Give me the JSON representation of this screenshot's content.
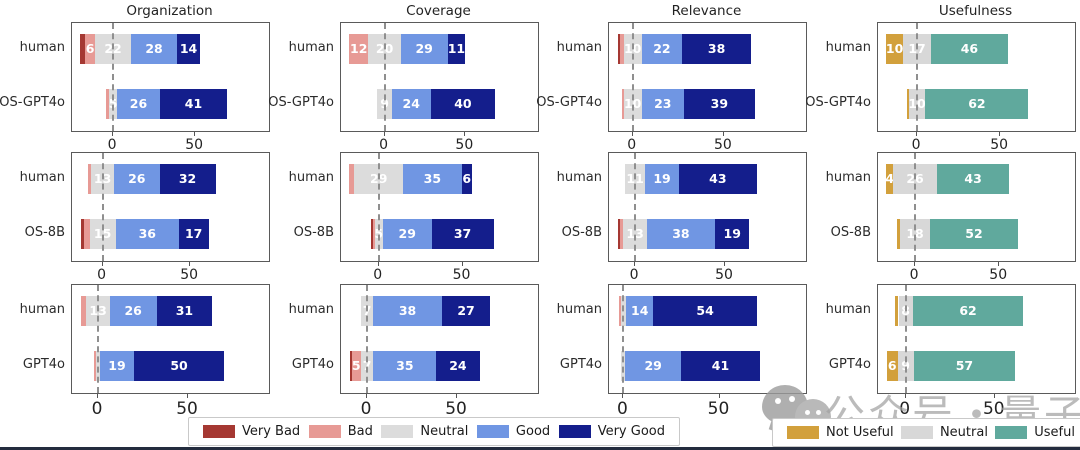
{
  "watermark": {
    "text": "公众号・量子位",
    "icon": "wechat-icon"
  },
  "legends": [
    {
      "items": [
        {
          "label": "Very Bad",
          "color": "#a53832"
        },
        {
          "label": "Bad",
          "color": "#e79a95"
        },
        {
          "label": "Neutral",
          "color": "#dcdcdc"
        },
        {
          "label": "Good",
          "color": "#7096e3"
        },
        {
          "label": "Very Good",
          "color": "#141e8c"
        }
      ]
    },
    {
      "items": [
        {
          "label": "Not Useful",
          "color": "#d2a03c"
        },
        {
          "label": "Neutral",
          "color": "#d8d8d8"
        },
        {
          "label": "Useful",
          "color": "#60a99d"
        }
      ]
    }
  ],
  "chart_data": {
    "type": "diverging_stacked_bar_grid",
    "columns": [
      "Organization",
      "Coverage",
      "Relevance",
      "Usefulness"
    ],
    "rows_compare": [
      "OS-GPT4o",
      "OS-8B",
      "GPT4o"
    ],
    "scale_likert5": [
      "Very Bad",
      "Bad",
      "Neutral",
      "Good",
      "Very Good"
    ],
    "scale_useful3": [
      "Not Useful",
      "Neutral",
      "Useful"
    ],
    "xticks": [
      0,
      50
    ],
    "palettes": {
      "likert5": [
        "#a53832",
        "#e79a95",
        "#dcdcdc",
        "#7096e3",
        "#141e8c"
      ],
      "useful3": [
        "#d2a03c",
        "#d8d8d8",
        "#60a99d"
      ]
    },
    "label_min_value": 4,
    "subplots": [
      {
        "row": 0,
        "col": 0,
        "scale": "likert5",
        "bars": [
          {
            "label": "human",
            "values": [
              3,
              6,
              22,
              28,
              14
            ]
          },
          {
            "label": "OS-GPT4o",
            "values": [
              0,
              2,
              5,
              26,
              41
            ]
          }
        ]
      },
      {
        "row": 0,
        "col": 1,
        "scale": "likert5",
        "bars": [
          {
            "label": "human",
            "values": [
              0,
              12,
              20,
              29,
              11
            ]
          },
          {
            "label": "OS-GPT4o",
            "values": [
              0,
              0,
              9,
              24,
              40
            ]
          }
        ]
      },
      {
        "row": 0,
        "col": 2,
        "scale": "likert5",
        "bars": [
          {
            "label": "human",
            "values": [
              1,
              2,
              10,
              22,
              38
            ]
          },
          {
            "label": "OS-GPT4o",
            "values": [
              0,
              1,
              10,
              23,
              39
            ]
          }
        ]
      },
      {
        "row": 0,
        "col": 3,
        "scale": "useful3",
        "bars": [
          {
            "label": "human",
            "values": [
              10,
              17,
              46
            ]
          },
          {
            "label": "OS-GPT4o",
            "values": [
              1,
              10,
              62
            ]
          }
        ]
      },
      {
        "row": 1,
        "col": 0,
        "scale": "likert5",
        "bars": [
          {
            "label": "human",
            "values": [
              0,
              2,
              13,
              26,
              32
            ]
          },
          {
            "label": "OS-8B",
            "values": [
              2,
              3,
              15,
              36,
              17
            ]
          }
        ]
      },
      {
        "row": 1,
        "col": 1,
        "scale": "likert5",
        "bars": [
          {
            "label": "human",
            "values": [
              0,
              3,
              29,
              35,
              6
            ]
          },
          {
            "label": "OS-8B",
            "values": [
              1,
              1,
              5,
              29,
              37
            ]
          }
        ]
      },
      {
        "row": 1,
        "col": 2,
        "scale": "likert5",
        "bars": [
          {
            "label": "human",
            "values": [
              0,
              0,
              11,
              19,
              43
            ]
          },
          {
            "label": "OS-8B",
            "values": [
              1,
              2,
              13,
              38,
              19
            ]
          }
        ]
      },
      {
        "row": 1,
        "col": 3,
        "scale": "useful3",
        "bars": [
          {
            "label": "human",
            "values": [
              4,
              26,
              43
            ]
          },
          {
            "label": "OS-8B",
            "values": [
              2,
              18,
              52
            ]
          }
        ]
      },
      {
        "row": 2,
        "col": 0,
        "scale": "likert5",
        "bars": [
          {
            "label": "human",
            "values": [
              0,
              3,
              13,
              26,
              31
            ]
          },
          {
            "label": "GPT4o",
            "values": [
              0,
              1,
              2,
              19,
              50
            ]
          }
        ]
      },
      {
        "row": 2,
        "col": 1,
        "scale": "likert5",
        "bars": [
          {
            "label": "human",
            "values": [
              0,
              0,
              7,
              38,
              27
            ]
          },
          {
            "label": "GPT4o",
            "values": [
              1,
              5,
              7,
              35,
              24
            ]
          }
        ]
      },
      {
        "row": 2,
        "col": 2,
        "scale": "likert5",
        "bars": [
          {
            "label": "human",
            "values": [
              0,
              1,
              3,
              14,
              54
            ]
          },
          {
            "label": "GPT4o",
            "values": [
              0,
              0,
              2,
              29,
              41
            ]
          }
        ]
      },
      {
        "row": 2,
        "col": 3,
        "scale": "useful3",
        "bars": [
          {
            "label": "human",
            "values": [
              2,
              8,
              62
            ]
          },
          {
            "label": "GPT4o",
            "values": [
              6,
              9,
              57
            ]
          }
        ]
      }
    ]
  }
}
